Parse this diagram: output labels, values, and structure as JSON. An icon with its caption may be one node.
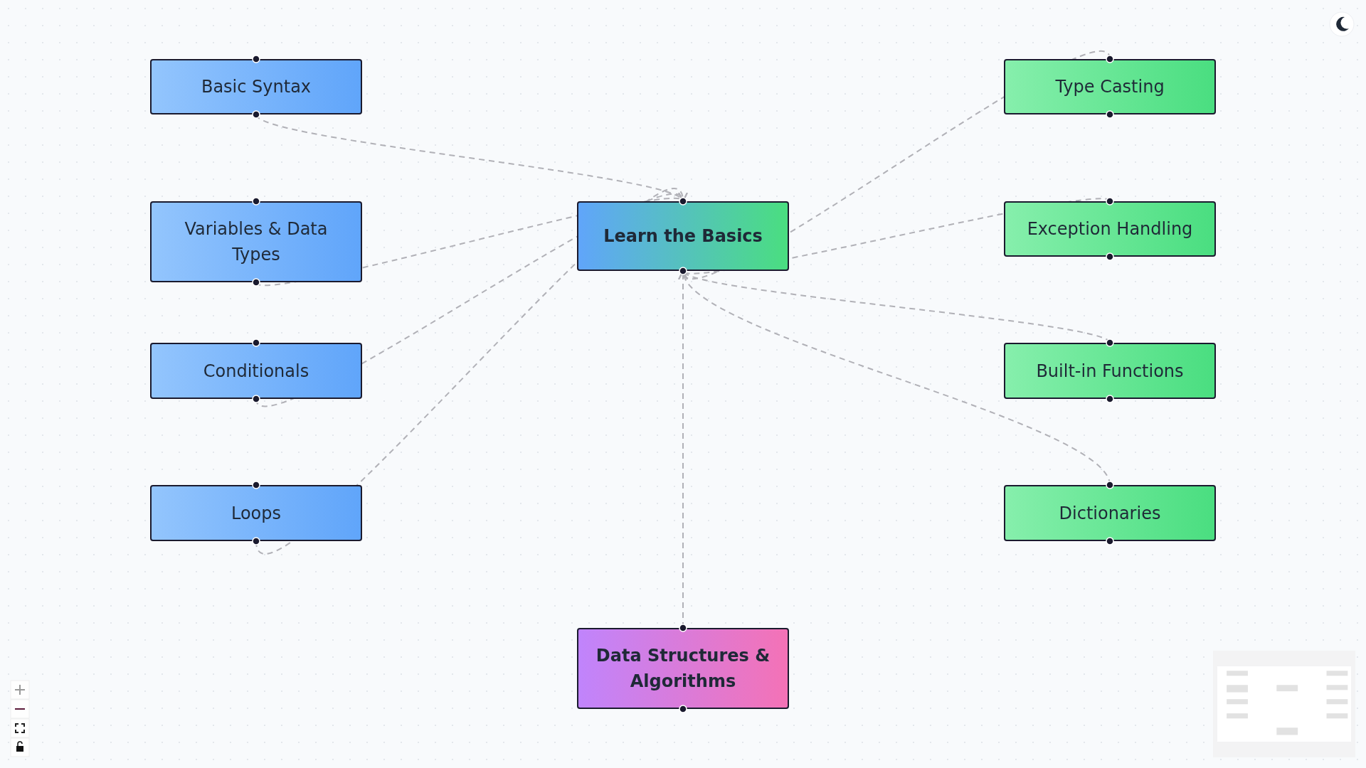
{
  "diagram": {
    "nodes": [
      {
        "text": [
          "Basic Syntax"
        ]
      },
      {
        "text": [
          "Variables & Data Types"
        ]
      },
      {
        "text": [
          "Conditionals"
        ]
      },
      {
        "text": [
          "Loops"
        ]
      },
      {
        "text": [
          "Learn the Basics"
        ]
      },
      {
        "text": [
          "Type Casting"
        ]
      },
      {
        "text": [
          "Exception Handling"
        ]
      },
      {
        "text": [
          "Built-in Functions"
        ]
      },
      {
        "text": [
          "Dictionaries"
        ]
      },
      {
        "text": [
          "Data Structures & Algorithms"
        ]
      }
    ],
    "edges": [
      {
        "from": 0,
        "to": 4,
        "arrow": "to",
        "style": "dashed"
      },
      {
        "from": 1,
        "to": 4,
        "arrow": "to",
        "style": "dashed"
      },
      {
        "from": 2,
        "to": 4,
        "arrow": "to",
        "style": "dashed"
      },
      {
        "from": 3,
        "to": 4,
        "arrow": "to",
        "style": "dashed"
      },
      {
        "from": 5,
        "to": 4,
        "arrow": "to",
        "style": "dashed"
      },
      {
        "from": 6,
        "to": 4,
        "arrow": "to",
        "style": "dashed"
      },
      {
        "from": 7,
        "to": 4,
        "arrow": "to",
        "style": "dashed"
      },
      {
        "from": 8,
        "to": 4,
        "arrow": "to",
        "style": "dashed"
      },
      {
        "from": 9,
        "to": 4,
        "arrow": "to",
        "style": "dashed"
      }
    ]
  }
}
